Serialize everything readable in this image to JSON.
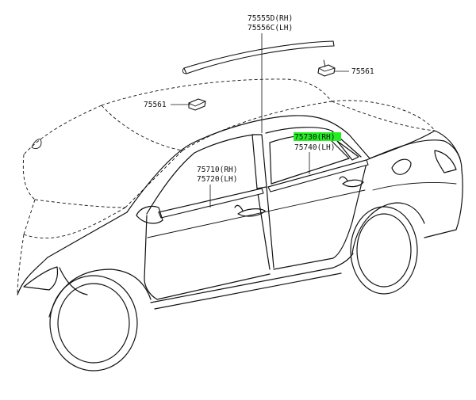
{
  "diagram": {
    "highlight_color": "#22ee22",
    "labels": {
      "roof_molding_rh": "75555D(RH)",
      "roof_molding_lh": "75556C(LH)",
      "clip_right": "75561",
      "clip_left": "75561",
      "front_door_rh": "75710(RH)",
      "front_door_lh": "75720(LH)",
      "rear_door_rh": "75730(RH)",
      "rear_door_lh": "75740(LH)"
    }
  }
}
